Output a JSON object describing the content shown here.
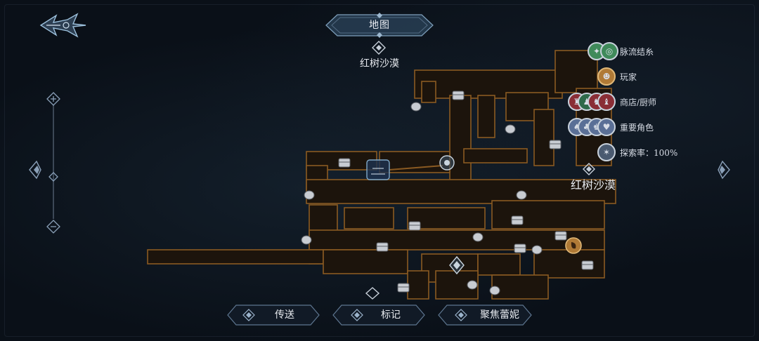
{
  "header": {
    "title": "地图"
  },
  "region": {
    "name": "红树沙漠",
    "map_label": "红树沙漠"
  },
  "legend": {
    "items": [
      {
        "label": "脉流结糸",
        "icon": "vein-node-icon",
        "icon_count": 2,
        "color": "#3f8a5a"
      },
      {
        "label": "玩家",
        "icon": "player-icon",
        "icon_count": 1,
        "color": "#b07a36"
      },
      {
        "label": "商店/厨师",
        "icon": "shop-icon",
        "icon_count": 4,
        "color": "#8a2e36"
      },
      {
        "label": "重要角色",
        "icon": "character-icon",
        "icon_count": 4,
        "color": "#5a6f96"
      },
      {
        "label": "探索率：100%",
        "icon": "compass-star-icon",
        "icon_count": 1,
        "color": "#4a5a70"
      }
    ]
  },
  "buttons": {
    "teleport": "传送",
    "mark": "标记",
    "focus": "聚焦蕾妮"
  },
  "colors": {
    "map_fill": "#1c140c",
    "map_edge": "#8a5a22",
    "accent": "#7fa8c8"
  }
}
